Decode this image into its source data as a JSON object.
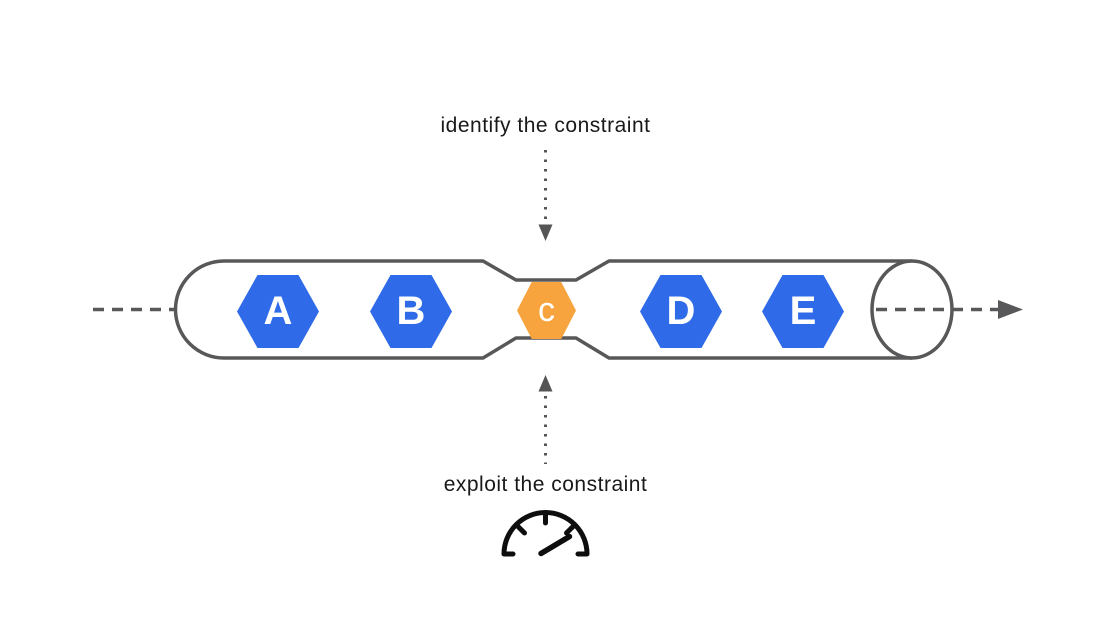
{
  "diagram": {
    "top_annotation": "identify the constraint",
    "bottom_annotation": "exploit the constraint",
    "stages": [
      {
        "label": "A",
        "role": "process-step"
      },
      {
        "label": "B",
        "role": "process-step"
      },
      {
        "label": "c",
        "role": "constraint-bottleneck"
      },
      {
        "label": "D",
        "role": "process-step"
      },
      {
        "label": "E",
        "role": "process-step"
      }
    ],
    "icons": {
      "gauge": "gauge-icon"
    },
    "colors": {
      "step_fill": "#2f6ae9",
      "constraint_fill": "#f7a43e",
      "pipe_stroke": "#58585a",
      "arrow_gray": "#555555",
      "label_text": "#19191b",
      "gauge_black": "#0e0e0e"
    }
  }
}
